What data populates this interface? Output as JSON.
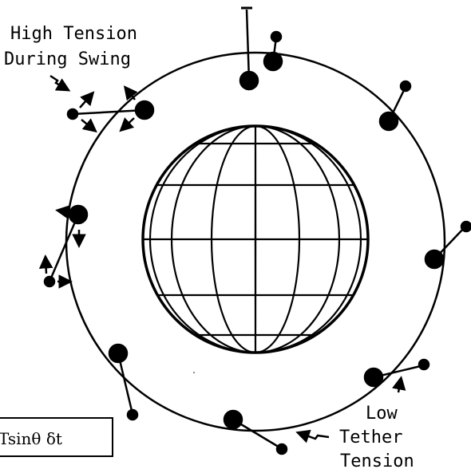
{
  "labels": {
    "high_tension_line1": "High Tension",
    "high_tension_line2": "During Swing",
    "low_tension_line1": "Low",
    "low_tension_line2": "Tether",
    "low_tension_line3": "Tension",
    "formula": "Tsinθ δt"
  },
  "colors": {
    "ink": "#000000",
    "background": "#ffffff"
  }
}
